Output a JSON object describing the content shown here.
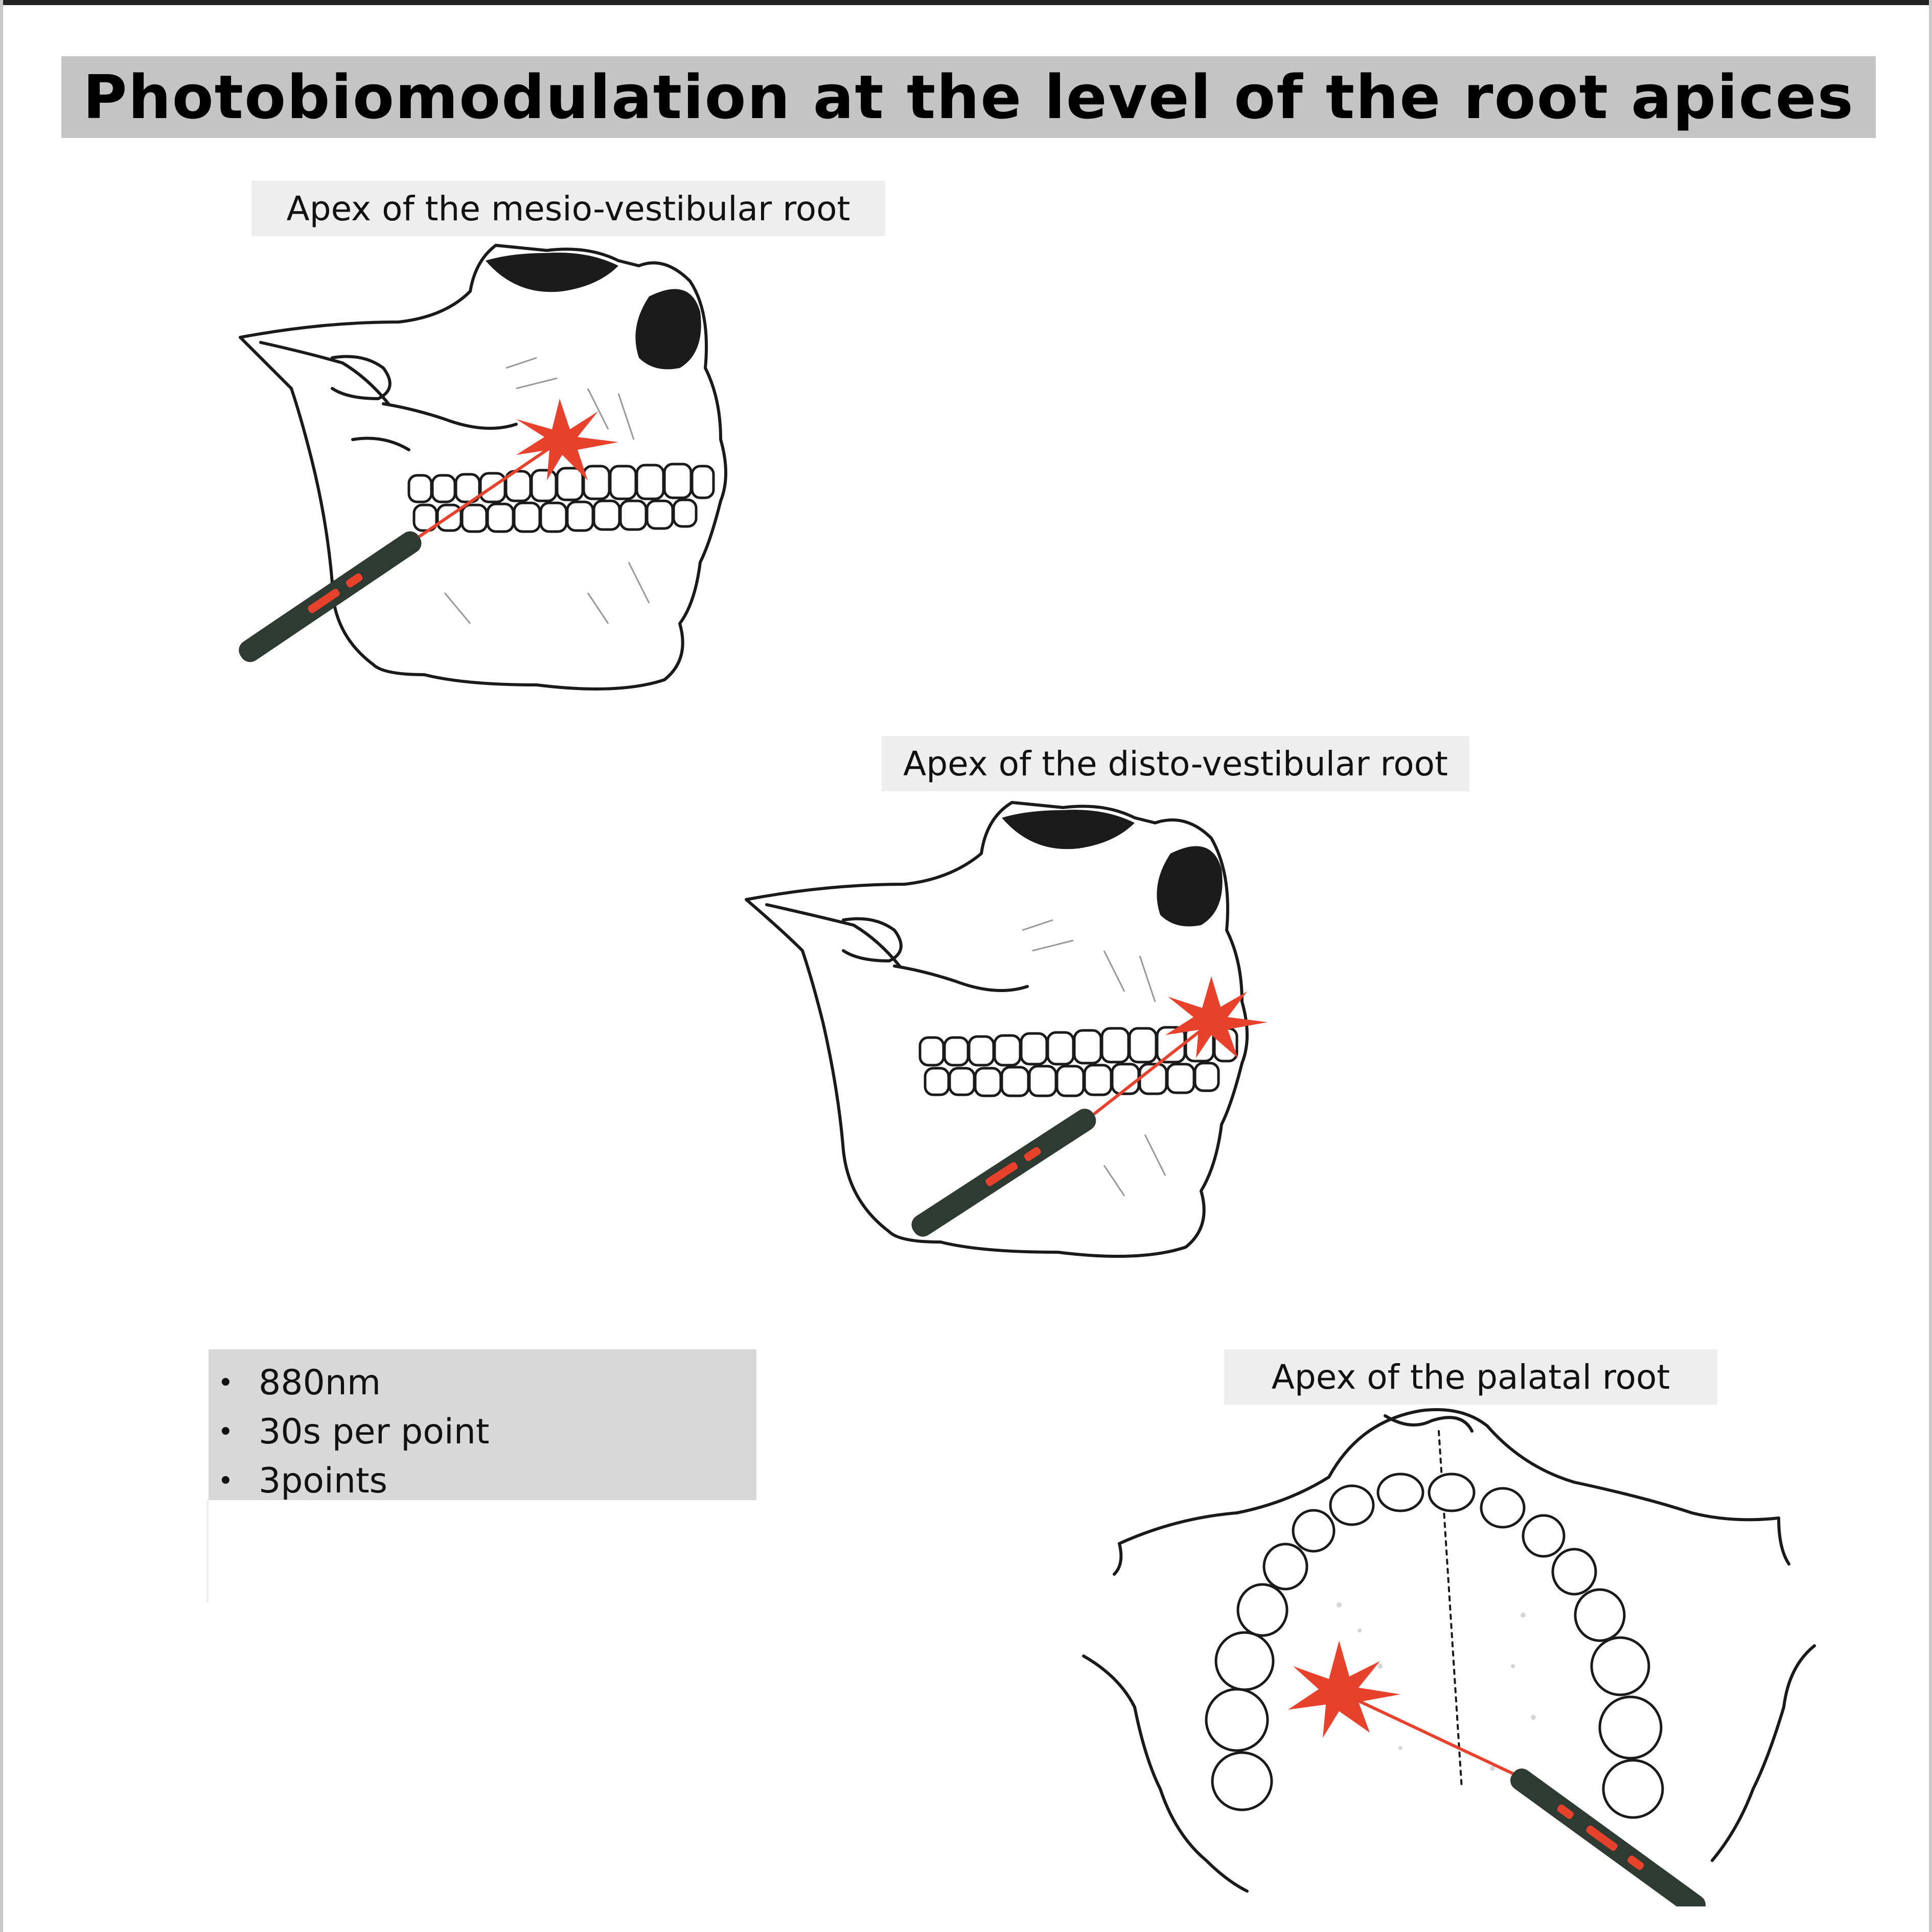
{
  "title": "Photobiomodulation at the level of the root apices",
  "labels": {
    "mesio_vestibular": "Apex of the mesio-vestibular root",
    "disto_vestibular": "Apex of the disto-vestibular root",
    "palatal": "Apex of the palatal root"
  },
  "parameters": [
    "880nm",
    "30s per point",
    "3points"
  ],
  "colors": {
    "laser": "#e8412c",
    "probe": "#2f3a32",
    "title_bar": "#c4c4c4",
    "label_bg": "#eeeeee",
    "params_bg": "#d8d8d8"
  },
  "icons": {
    "laser_burst": "red-starburst",
    "laser_probe": "laser-pen"
  }
}
